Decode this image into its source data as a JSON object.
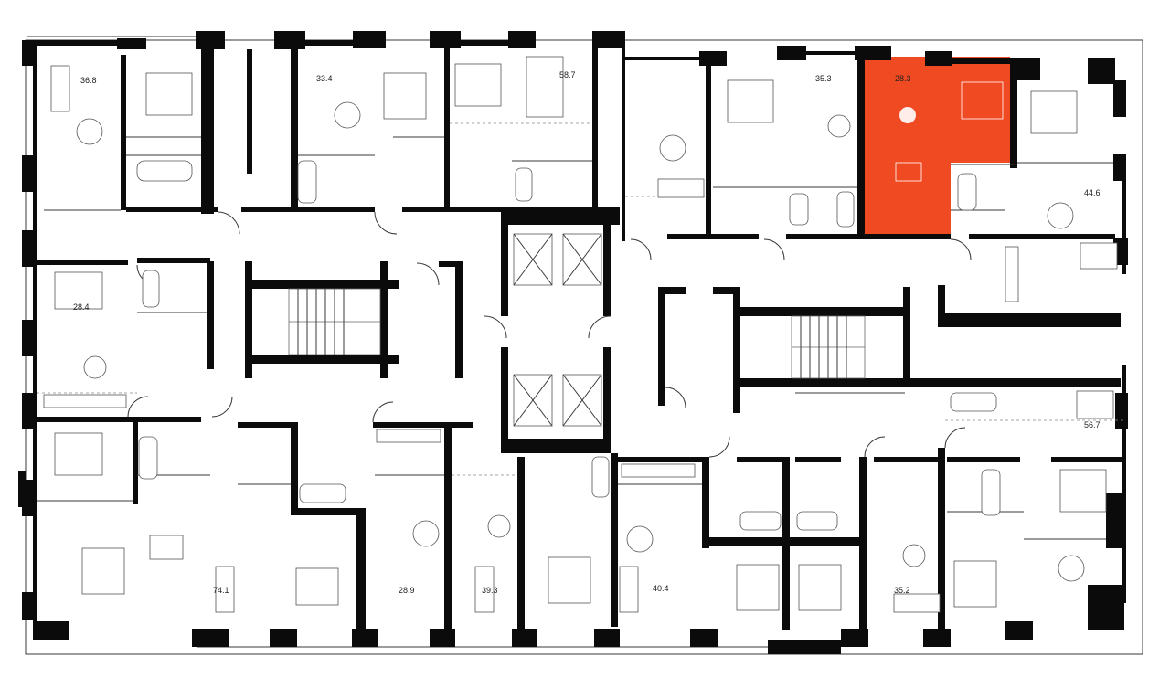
{
  "floorplan": {
    "highlight_color": "#f04a23",
    "wall_color": "#0b0b0b",
    "apartments": [
      {
        "id": "a1",
        "area": "36.8",
        "selected": false
      },
      {
        "id": "a2",
        "area": "33.4",
        "selected": false
      },
      {
        "id": "a3",
        "area": "58.7",
        "selected": false
      },
      {
        "id": "a4",
        "area": "35.3",
        "selected": false
      },
      {
        "id": "a5",
        "area": "28.3",
        "selected": true
      },
      {
        "id": "a6",
        "area": "44.6",
        "selected": false
      },
      {
        "id": "a7",
        "area": "28.4",
        "selected": false
      },
      {
        "id": "a8",
        "area": "56.7",
        "selected": false
      },
      {
        "id": "a9",
        "area": "74.1",
        "selected": false
      },
      {
        "id": "a10",
        "area": "28.9",
        "selected": false
      },
      {
        "id": "a11",
        "area": "39.3",
        "selected": false
      },
      {
        "id": "a12",
        "area": "40.4",
        "selected": false
      },
      {
        "id": "a13",
        "area": "35.2",
        "selected": false
      }
    ]
  }
}
